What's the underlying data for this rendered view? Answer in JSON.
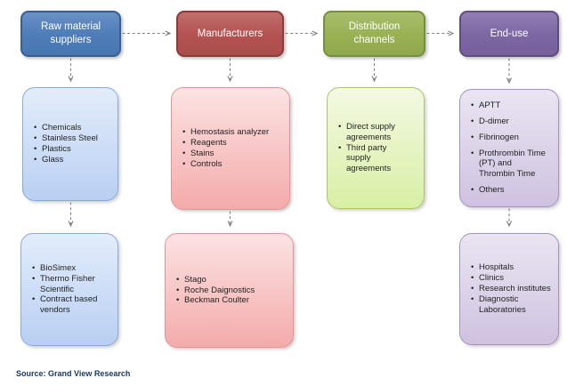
{
  "columns": [
    {
      "header": "Raw material suppliers",
      "mid_items": [
        "Chemicals",
        "Stainless Steel",
        "Plastics",
        "Glass"
      ],
      "bottom_items": [
        "BioSimex",
        "Thermo Fisher Scientific",
        "Contract based vendors"
      ]
    },
    {
      "header": "Manufacturers",
      "mid_items": [
        "Hemostasis analyzer",
        "Reagents",
        "Stains",
        "Controls"
      ],
      "bottom_items": [
        "Stago",
        "Roche Daignostics",
        "Beckman Coulter"
      ]
    },
    {
      "header": "Distribution channels",
      "mid_items": [
        "Direct supply agreements",
        "Third party supply agreements"
      ],
      "bottom_items": []
    },
    {
      "header": "End-use",
      "mid_items": [
        "APTT",
        "D-dimer",
        "Fibrinogen",
        "Prothrombin Time (PT) and Thrombin Time",
        "Others"
      ],
      "bottom_items": [
        "Hospitals",
        "Clinics",
        "Research institutes",
        "Diagnostic Laboratories"
      ]
    }
  ],
  "source": {
    "label": "Source: Grand View Research"
  },
  "colors": {
    "blue-header": "#4d7cb8",
    "blue-header-border": "#365f98",
    "red-header": "#b35250",
    "red-header-border": "#8d3a38",
    "green-header": "#98b152",
    "green-header-border": "#75903c",
    "purple-header": "#7c66a3",
    "purple-header-border": "#5e4d80",
    "blue-body-top": "#e3edfb",
    "blue-body-bottom": "#b9cff2",
    "blue-body-border": "#87abdf",
    "red-body-top": "#fce3e3",
    "red-body-bottom": "#f3abaa",
    "red-body-border": "#e59493",
    "green-body-top": "#f3f9e3",
    "green-body-bottom": "#d8efa4",
    "green-body-border": "#abc668",
    "purple-body-top": "#eae5f1",
    "purple-body-bottom": "#cfc2e1",
    "purple-body-border": "#a492c3",
    "arrow": "#7f7f7f",
    "text": "#1f1f1f",
    "source-text": "#17375e"
  }
}
